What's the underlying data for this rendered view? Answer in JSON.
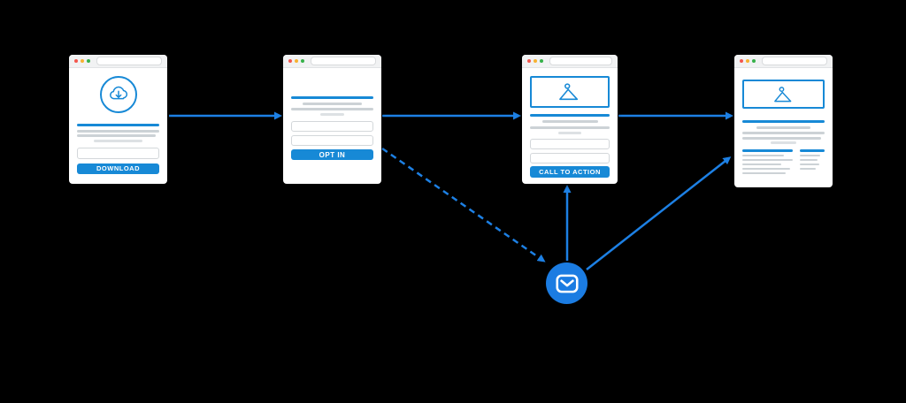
{
  "windows": [
    {
      "name": "download-page",
      "icon": "cloud-download-icon",
      "button_label": "DOWNLOAD",
      "input_count": 1
    },
    {
      "name": "optin-page",
      "button_label": "OPT IN",
      "input_count": 2
    },
    {
      "name": "cta-page",
      "icon": "image-placeholder-icon",
      "button_label": "CALL TO ACTION",
      "input_count": 2
    },
    {
      "name": "article-page",
      "icon": "image-placeholder-icon"
    }
  ],
  "email_node": {
    "icon": "email-icon"
  },
  "connections": [
    {
      "from": "download-page",
      "to": "optin-page",
      "style": "solid"
    },
    {
      "from": "optin-page",
      "to": "cta-page",
      "style": "solid"
    },
    {
      "from": "cta-page",
      "to": "article-page",
      "style": "solid"
    },
    {
      "from": "optin-page",
      "to": "email-node",
      "style": "dashed"
    },
    {
      "from": "email-node",
      "to": "cta-page",
      "style": "solid"
    },
    {
      "from": "email-node",
      "to": "article-page",
      "style": "solid"
    }
  ],
  "colors": {
    "accent_blue": "#1789d6",
    "arrow_blue": "#1d80e4",
    "email_circle_blue": "#1b7ce2",
    "skeleton_gray": "#ccd2d6",
    "skeleton_light_gray": "#dde1e4",
    "chrome_bar": "#f1f2f3",
    "dot_red": "#f4574e",
    "dot_yellow": "#f7b231",
    "dot_green": "#37b24a",
    "background": "#000000"
  }
}
